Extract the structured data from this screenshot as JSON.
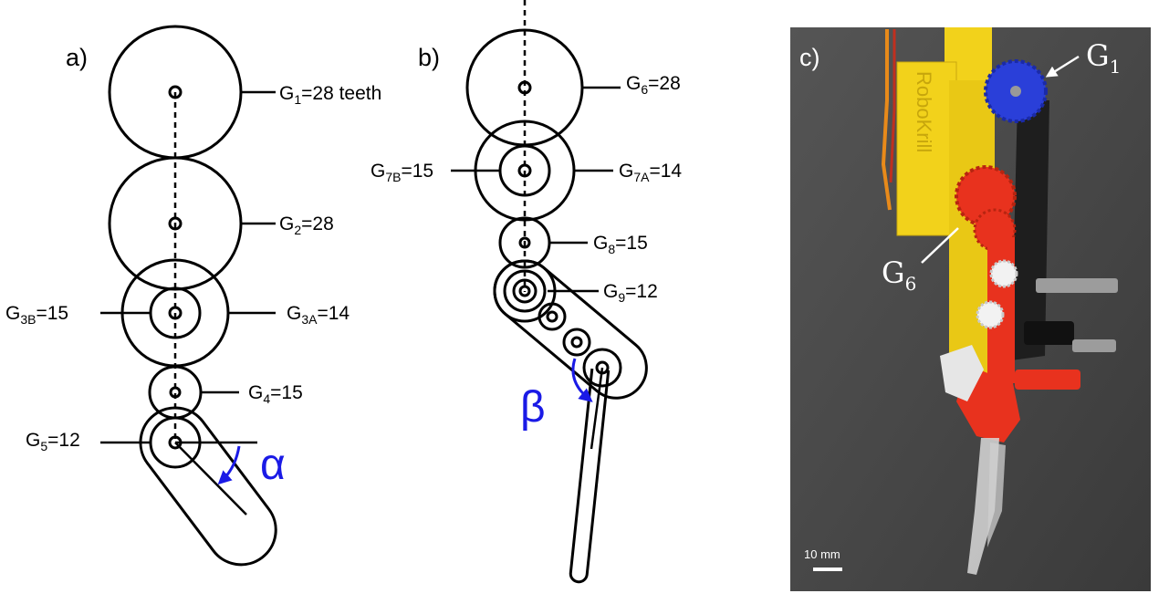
{
  "panel_a": {
    "label": "a)",
    "gears": [
      {
        "name": "G",
        "sub": "1",
        "text": "=28 teeth"
      },
      {
        "name": "G",
        "sub": "2",
        "text": "=28"
      },
      {
        "name": "G",
        "sub": "3B",
        "text": "=15"
      },
      {
        "name": "G",
        "sub": "3A",
        "text": "=14"
      },
      {
        "name": "G",
        "sub": "4",
        "text": "=15"
      },
      {
        "name": "G",
        "sub": "5",
        "text": "=12"
      }
    ],
    "angle": "α"
  },
  "panel_b": {
    "label": "b)",
    "gears": [
      {
        "name": "G",
        "sub": "6",
        "text": "=28"
      },
      {
        "name": "G",
        "sub": "7B",
        "text": "=15"
      },
      {
        "name": "G",
        "sub": "7A",
        "text": "=14"
      },
      {
        "name": "G",
        "sub": "8",
        "text": "=15"
      },
      {
        "name": "G",
        "sub": "9",
        "text": "=12"
      }
    ],
    "angle": "β"
  },
  "panel_c": {
    "label": "c)",
    "callout_top": {
      "name": "G",
      "sub": "1"
    },
    "callout_mid": {
      "name": "G",
      "sub": "6"
    },
    "device_text": "RoboKrill",
    "scale_label": "10 mm"
  },
  "colors": {
    "line": "#000000",
    "angle_arrow": "#1a1ae6",
    "photo_bg": "#4a4a4a",
    "yellow_frame": "#f2d21b",
    "blue_gear": "#2a3fd9",
    "red_gear": "#e8321e",
    "black_link": "#1e1e1e"
  }
}
